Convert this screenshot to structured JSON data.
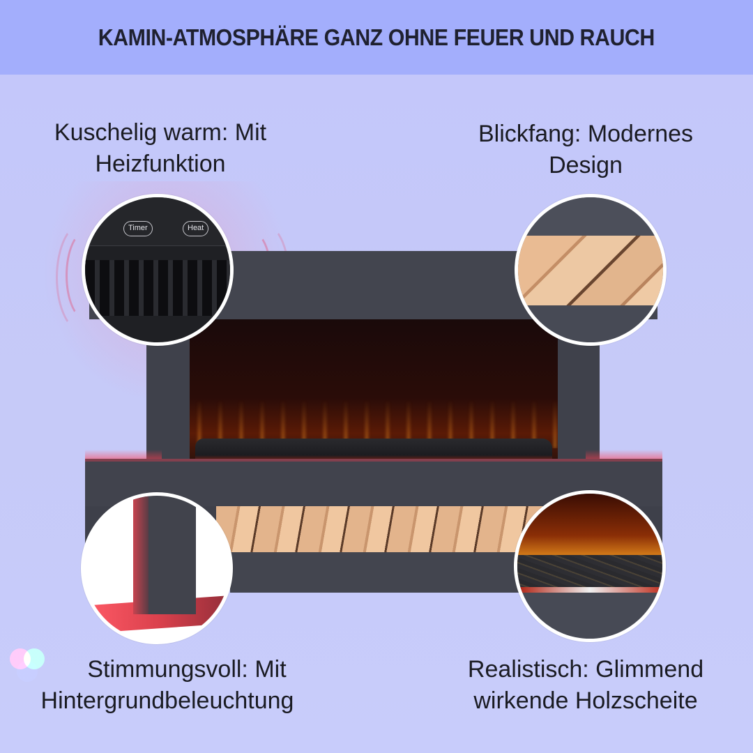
{
  "banner": {
    "title": "KAMIN-ATMOSPHÄRE GANZ OHNE FEUER UND RAUCH",
    "background": "#a3aefc"
  },
  "colors": {
    "page_background": "#c8ccfb",
    "fireplace_body": "#43454f",
    "accent_glow": "#ff4a5a",
    "text": "#1a1b22"
  },
  "features": [
    {
      "id": "heat",
      "caption": "Kuschelig warm: Mit Heizfunktion",
      "caption_lines": [
        "Kuschelig warm: Mit",
        "Heizfunktion"
      ],
      "detail_icon": "heat-waves-icon",
      "detail_buttons": [
        "Timer",
        "Heat"
      ]
    },
    {
      "id": "design",
      "caption": "Blickfang: Modernes Design",
      "caption_lines": [
        "Blickfang: Modernes",
        "Design"
      ]
    },
    {
      "id": "backlight",
      "caption": "Stimmungsvoll: Mit Hintergrundbeleuchtung",
      "caption_lines": [
        "Stimmungsvoll: Mit",
        "Hintergrundbeleuchtung"
      ],
      "detail_icon": "rgb-color-icon"
    },
    {
      "id": "logs",
      "caption": "Realistisch: Glimmend wirkende Holzscheite",
      "caption_lines": [
        "Realistisch: Glimmend",
        "wirkende Holzscheite"
      ]
    }
  ]
}
